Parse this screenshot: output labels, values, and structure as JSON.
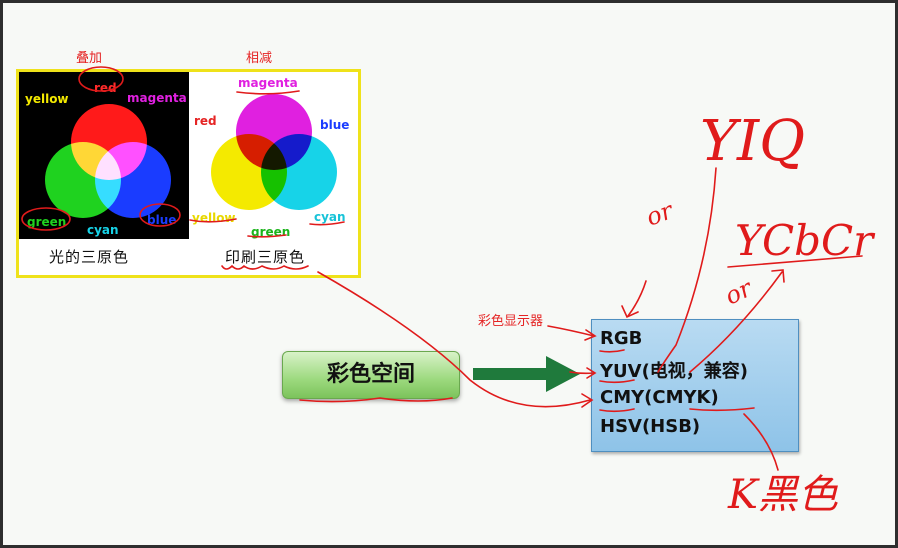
{
  "additive": {
    "heading": "叠加",
    "caption": "光的三原色",
    "labels": {
      "yellow": "yellow",
      "red": "red",
      "magenta": "magenta",
      "green": "green",
      "cyan": "cyan",
      "blue": "blue"
    }
  },
  "subtractive": {
    "heading": "相减",
    "caption": "印刷三原色",
    "labels": {
      "magenta": "magenta",
      "red": "red",
      "blue": "blue",
      "yellow": "yellow",
      "green": "green",
      "cyan": "cyan"
    }
  },
  "color_space_button": "彩色空间",
  "annotation_label": "彩色显示器",
  "models": [
    "RGB",
    "YUV(电视，兼容)",
    "CMY(CMYK)",
    "HSV(HSB)"
  ],
  "handwriting": {
    "yiq": "YIQ",
    "ycbcr": "YCbCr",
    "or1": "or",
    "or2": "or",
    "black": "K黑色"
  },
  "colors": {
    "red": "#ff1a1a",
    "green": "#1fd21f",
    "blue": "#1a3cff",
    "cyan": "#17d3e8",
    "magenta": "#e020e0",
    "yellow": "#f4ea00",
    "ink": "#e01b1b"
  }
}
